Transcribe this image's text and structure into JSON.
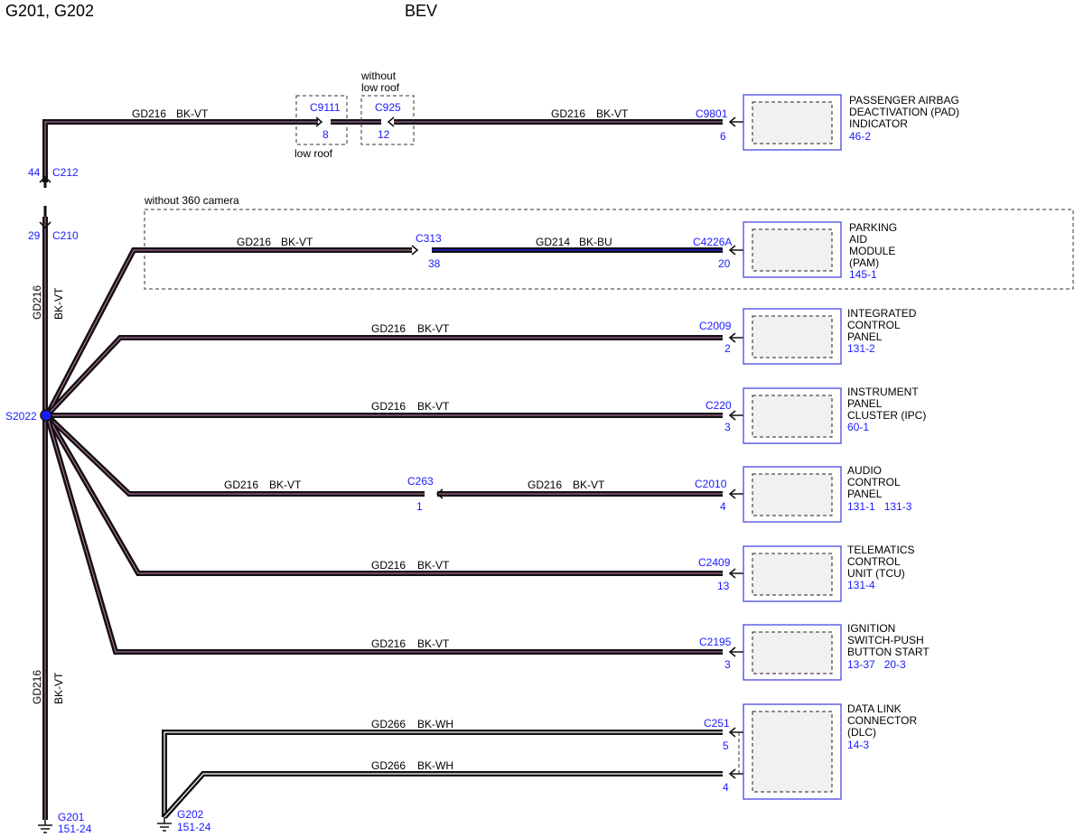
{
  "header": {
    "ground_ids": "G201, G202",
    "variant": "BEV"
  },
  "left_column": {
    "c212_pin": "44",
    "c212": "C212",
    "c210_pin": "29",
    "c210": "C210",
    "wire_upper_circuit": "GD216",
    "wire_upper_color": "BK-VT",
    "wire_lower_circuit": "GD216",
    "wire_lower_color": "BK-VT",
    "splice": "S2022",
    "ground_g201": "G201",
    "ground_g201_ref": "151-24"
  },
  "top_branch": {
    "circuit": "GD216",
    "color": "BK-VT",
    "c9111": "C9111",
    "c9111_pin": "8",
    "c9111_note": "low roof",
    "c925": "C925",
    "c925_pin": "12",
    "c925_note": "without\nlow roof",
    "circuit2": "GD216",
    "color2": "BK-VT",
    "conn": "C9801",
    "pin": "6",
    "component": [
      "PASSENGER AIRBAG",
      "DEACTIVATION (PAD)",
      "INDICATOR"
    ],
    "ref": "46-2"
  },
  "camera_box": {
    "label": "without 360 camera"
  },
  "branches": [
    {
      "id": "pam",
      "circuit": "GD216",
      "color": "BK-VT",
      "inline": "C313",
      "inline_pin": "38",
      "circuit2": "GD214",
      "color2": "BK-BU",
      "conn": "C4226A",
      "pin": "20",
      "component": [
        "PARKING",
        "AID",
        "MODULE",
        "(PAM)"
      ],
      "ref": "145-1"
    },
    {
      "id": "icp",
      "circuit": "GD216",
      "color": "BK-VT",
      "conn": "C2009",
      "pin": "2",
      "component": [
        "INTEGRATED",
        "CONTROL",
        "PANEL"
      ],
      "ref": "131-2"
    },
    {
      "id": "ipc",
      "circuit": "GD216",
      "color": "BK-VT",
      "conn": "C220",
      "pin": "3",
      "component": [
        "INSTRUMENT",
        "PANEL",
        "CLUSTER (IPC)"
      ],
      "ref": "60-1"
    },
    {
      "id": "acp",
      "circuit": "GD216",
      "color": "BK-VT",
      "inline": "C263",
      "inline_pin": "1",
      "circuit2": "GD216",
      "color2": "BK-VT",
      "conn": "C2010",
      "pin": "4",
      "component": [
        "AUDIO",
        "CONTROL",
        "PANEL"
      ],
      "ref": "131-1   131-3"
    },
    {
      "id": "tcu",
      "circuit": "GD216",
      "color": "BK-VT",
      "conn": "C2409",
      "pin": "13",
      "component": [
        "TELEMATICS",
        "CONTROL",
        "UNIT (TCU)"
      ],
      "ref": "131-4"
    },
    {
      "id": "ign",
      "circuit": "GD216",
      "color": "BK-VT",
      "conn": "C2195",
      "pin": "3",
      "component": [
        "IGNITION",
        "SWITCH-PUSH",
        "BUTTON START"
      ],
      "ref": "13-37   20-3"
    }
  ],
  "dlc": {
    "circuit_a": "GD266",
    "color_a": "BK-WH",
    "circuit_b": "GD266",
    "color_b": "BK-WH",
    "conn": "C251",
    "pin_a": "5",
    "pin_b": "4",
    "component": [
      "DATA LINK",
      "CONNECTOR",
      "(DLC)"
    ],
    "ref": "14-3",
    "ground": "G202",
    "ground_ref": "151-24"
  },
  "colors": {
    "wire": "#111111",
    "stripe_violet": "#c77ab0",
    "stripe_blue": "#1a1aa6",
    "ref_text": "#1a1aff"
  }
}
